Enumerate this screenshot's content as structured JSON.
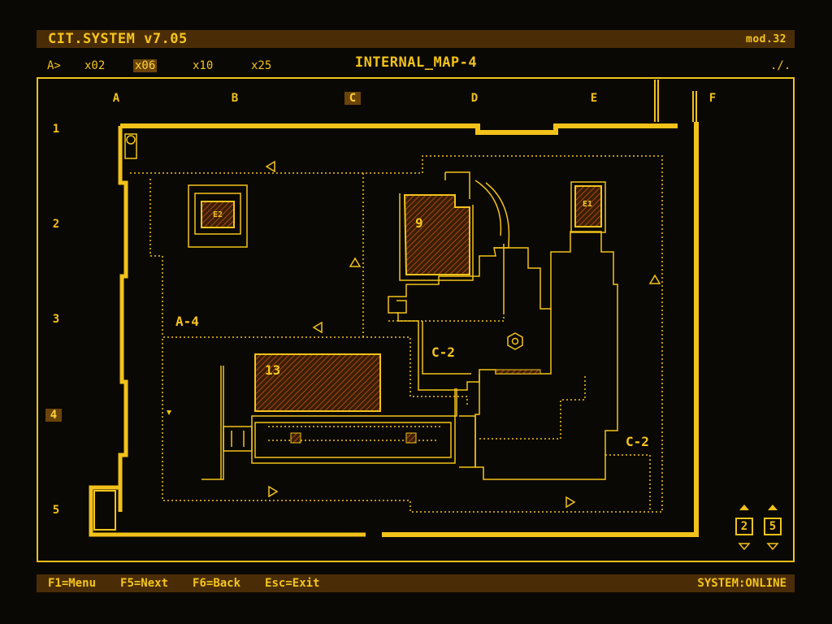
{
  "title_bar": {
    "title": "CIT.SYSTEM v7.05",
    "module": "mod.32"
  },
  "zoom_bar": {
    "prompt": "A>",
    "options": [
      "x02",
      "x06",
      "x10",
      "x25"
    ],
    "selected": "x06",
    "map_title": "INTERNAL_MAP-4",
    "corner_glyph": "./."
  },
  "grid": {
    "columns": [
      "A",
      "B",
      "C",
      "D",
      "E",
      "F"
    ],
    "rows": [
      "1",
      "2",
      "3",
      "4",
      "5"
    ],
    "highlight_column": "C",
    "highlight_row": "4"
  },
  "map": {
    "rooms": {
      "r9": "9",
      "r13": "13",
      "a4": "A-4",
      "c2_center": "C-2",
      "c2_right": "C-2",
      "e1": "E1",
      "e2": "E2"
    }
  },
  "floor_selector": {
    "floor_a": "2",
    "floor_b": "5"
  },
  "status_bar": {
    "keys": [
      "F1=Menu",
      "F5=Next",
      "F6=Back",
      "Esc=Exit"
    ],
    "status": "SYSTEM:ONLINE"
  },
  "colors": {
    "amber": "#f2c21a",
    "bar_bg": "#4a2d06",
    "background": "#0a0805"
  }
}
